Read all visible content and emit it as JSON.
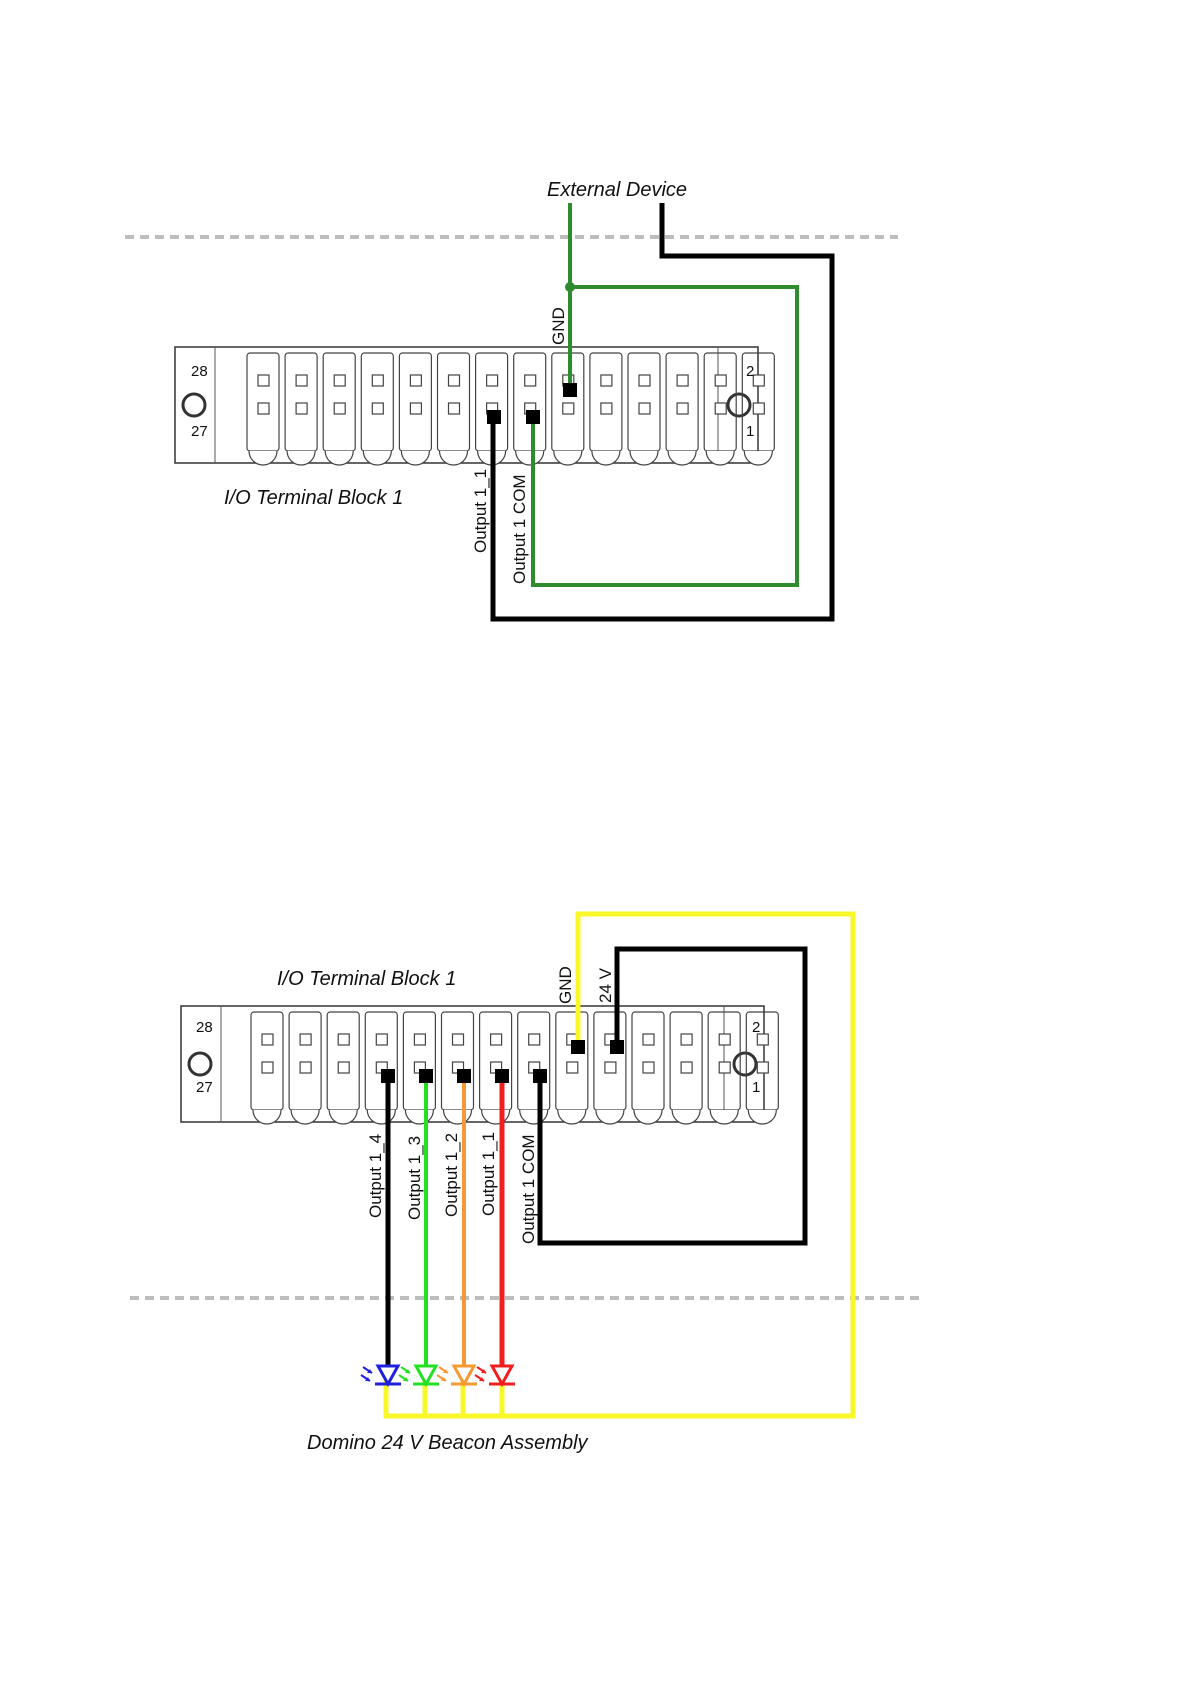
{
  "diagram1": {
    "external_device": "External Device",
    "block_label": "I/O Terminal Block 1",
    "pin_28": "28",
    "pin_27": "27",
    "pin_2": "2",
    "pin_1": "1",
    "signals": {
      "gnd": "GND",
      "output_1_1": "Output 1_1",
      "output_1_com": "Output 1 COM"
    }
  },
  "diagram2": {
    "block_label": "I/O Terminal Block 1",
    "beacon_label": "Domino 24 V Beacon Assembly",
    "pin_28": "28",
    "pin_27": "27",
    "pin_2": "2",
    "pin_1": "1",
    "signals": {
      "gnd": "GND",
      "v24": "24 V",
      "output_1_4": "Output 1_4",
      "output_1_3": "Output 1_3",
      "output_1_2": "Output 1_2",
      "output_1_1": "Output 1_1",
      "output_1_com": "Output 1 COM"
    }
  },
  "colors": {
    "black": "#000000",
    "green": "#2e8b2e",
    "yellow": "#f7f72a",
    "bright_green": "#22e022",
    "orange": "#f59a32",
    "red": "#f01e1e",
    "blue": "#2020e0",
    "divider": "#bdbdbd"
  }
}
